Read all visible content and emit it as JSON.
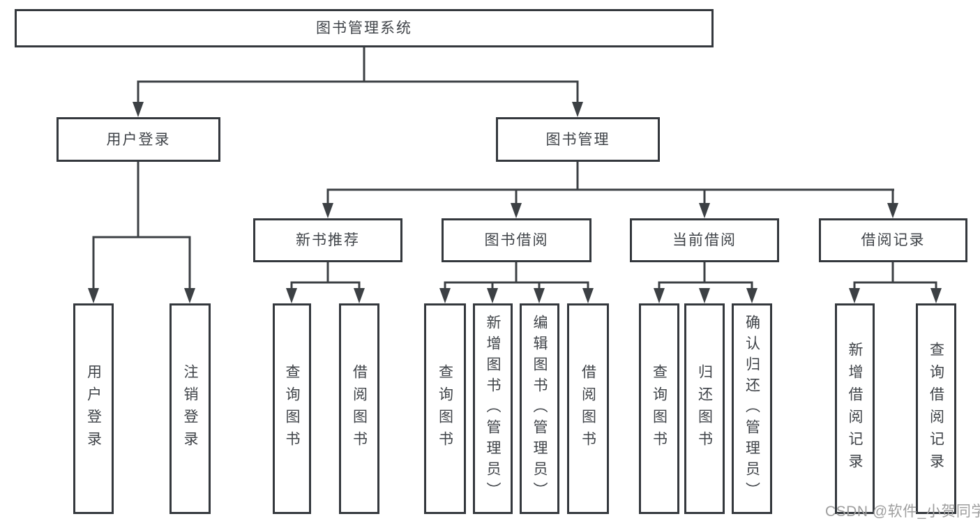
{
  "tree": {
    "root": {
      "label": "图书管理系统"
    },
    "level2": [
      {
        "label": "用户登录",
        "children": [
          "用户登录",
          "注销登录"
        ]
      },
      {
        "label": "图书管理",
        "groups": [
          {
            "label": "新书推荐",
            "children": [
              "查询图书",
              "借阅图书"
            ]
          },
          {
            "label": "图书借阅",
            "children": [
              "查询图书",
              "新增图书（管理员）",
              "编辑图书（管理员）",
              "借阅图书"
            ]
          },
          {
            "label": "当前借阅",
            "children": [
              "查询图书",
              "归还图书",
              "确认归还（管理员）"
            ]
          },
          {
            "label": "借阅记录",
            "children": [
              "新增借阅记录",
              "查询借阅记录"
            ]
          }
        ]
      }
    ]
  },
  "watermark": {
    "text": "CSDN @软件_小贺同学"
  },
  "colors": {
    "line": "#3c4044",
    "node_border": "#34383d",
    "node_text": "#3f4348",
    "watermark_text": "#9e9e9e",
    "background": "#ffffff"
  }
}
